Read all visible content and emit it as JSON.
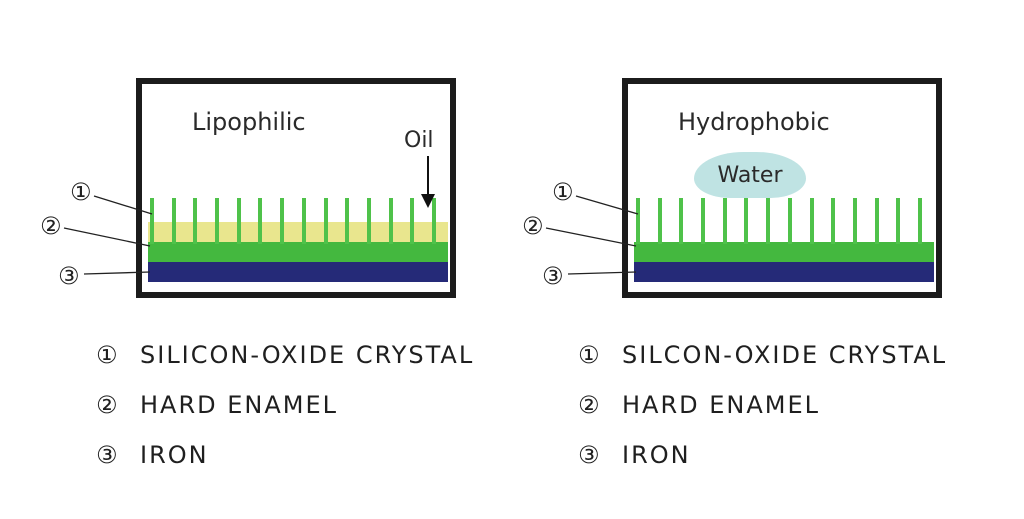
{
  "colors": {
    "frame": "#1c1c1c",
    "crystal": "#4fc24a",
    "enamel": "#44b83f",
    "iron": "#252a78",
    "oil": "#e9e68e",
    "water": "#bfe3e3"
  },
  "left_panel": {
    "title": "Lipophilic",
    "label": "Oil",
    "crystal_count": 14
  },
  "right_panel": {
    "title": "Hydrophobic",
    "label": "Water",
    "crystal_count": 14
  },
  "markers": [
    "①",
    "②",
    "③"
  ],
  "legend_left": [
    {
      "num": "①",
      "text": "SILICON-OXIDE CRYSTAL"
    },
    {
      "num": "②",
      "text": "HARD ENAMEL"
    },
    {
      "num": "③",
      "text": "IRON"
    }
  ],
  "legend_right": [
    {
      "num": "①",
      "text": "SILCON-OXIDE CRYSTAL"
    },
    {
      "num": "②",
      "text": "HARD ENAMEL"
    },
    {
      "num": "③",
      "text": "IRON"
    }
  ]
}
